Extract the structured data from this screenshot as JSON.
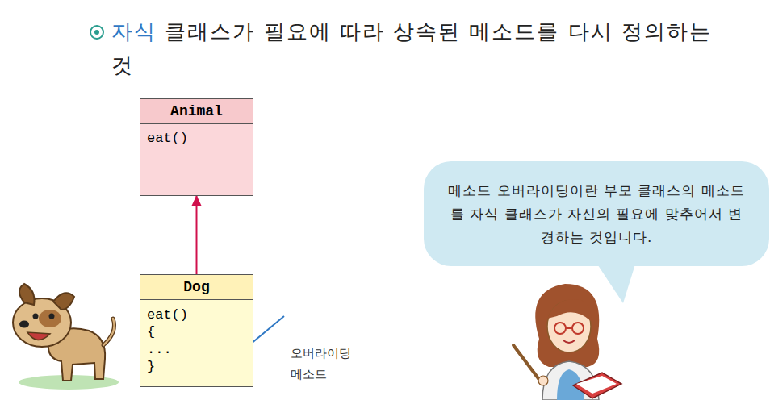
{
  "diagram": {
    "nodes": [
      {
        "text": [
          "Animal",
          "eat()"
        ]
      },
      {
        "text": [
          "Dog",
          "eat() { ... }"
        ]
      },
      {
        "text": [
          "메소드 오버라이딩이란 부모 클래스의 메소드를 자식 클래스가 자신의 필요에 맞추어서 변경하는 것입니다."
        ]
      }
    ],
    "edges": [
      {
        "from": 1,
        "to": 0,
        "arrow": "to"
      }
    ],
    "labels": [
      "자식",
      "클래스가 필요에 따라 상속된 메소드를 다시 정의하는 것",
      "오버라이딩 메소드"
    ]
  }
}
